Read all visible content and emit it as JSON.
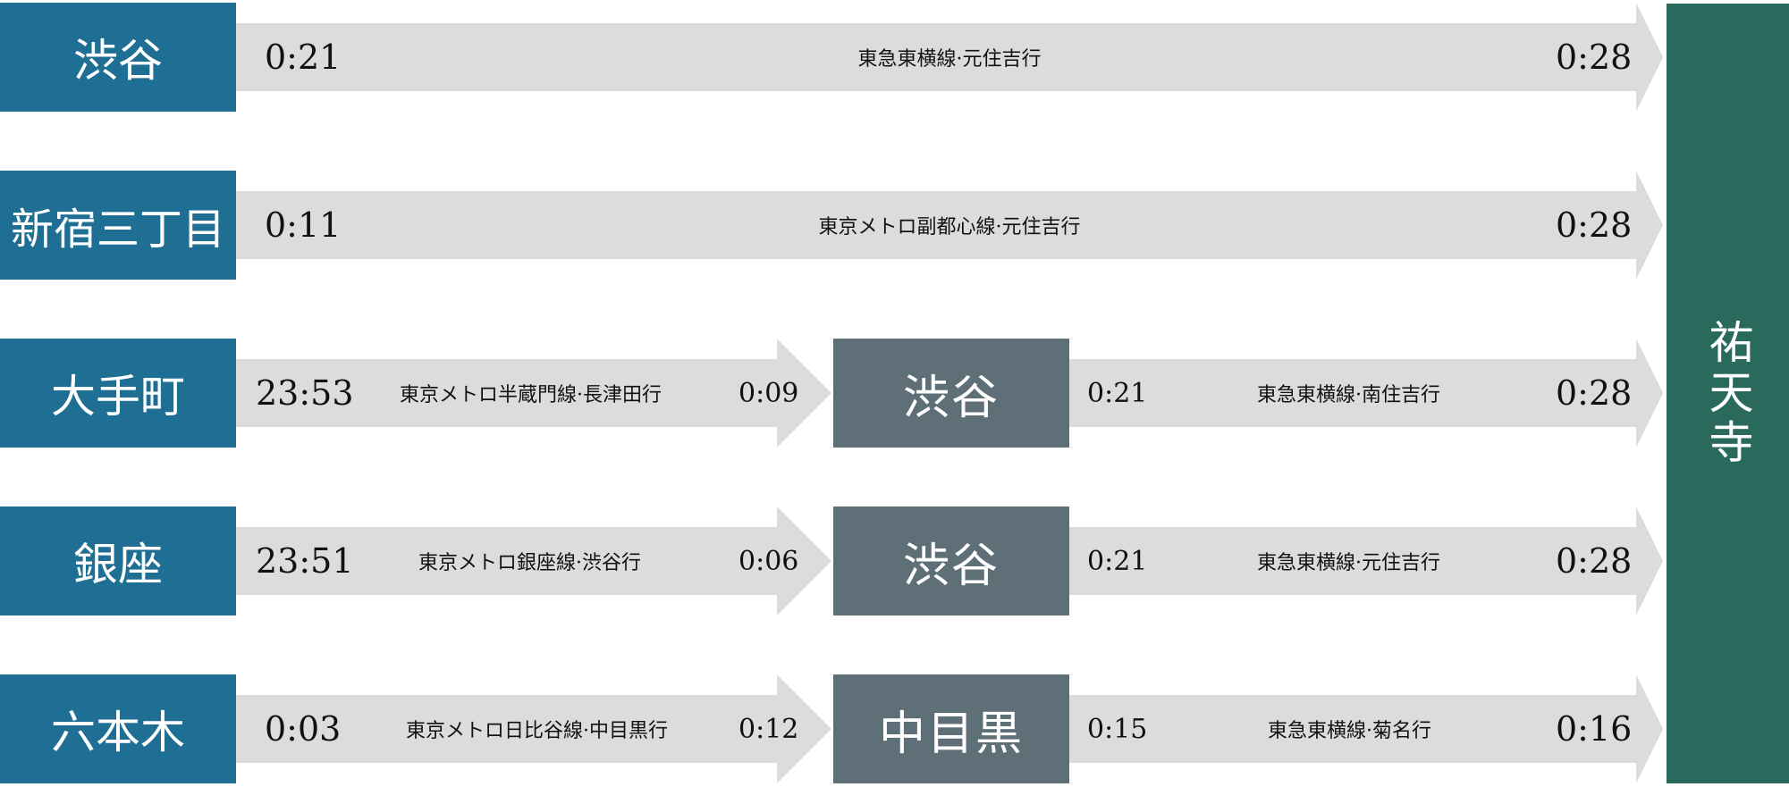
{
  "destination": "祐天寺",
  "routes": [
    {
      "origin": "渋谷",
      "direct": {
        "depart": "0:21",
        "line": "東急東横線·元住吉行",
        "arrive": "0:28"
      }
    },
    {
      "origin": "新宿三丁目",
      "direct": {
        "depart": "0:11",
        "line": "東京メトロ副都心線·元住吉行",
        "arrive": "0:28"
      }
    },
    {
      "origin": "大手町",
      "leg1": {
        "depart": "23:53",
        "line": "東京メトロ半蔵門線·長津田行",
        "arrive": "0:09"
      },
      "transfer": "渋谷",
      "leg2": {
        "depart": "0:21",
        "line": "東急東横線·南住吉行",
        "arrive": "0:28"
      }
    },
    {
      "origin": "銀座",
      "leg1": {
        "depart": "23:51",
        "line": "東京メトロ銀座線·渋谷行",
        "arrive": "0:06"
      },
      "transfer": "渋谷",
      "leg2": {
        "depart": "0:21",
        "line": "東急東横線·元住吉行",
        "arrive": "0:28"
      }
    },
    {
      "origin": "六本木",
      "leg1": {
        "depart": "0:03",
        "line": "東京メトロ日比谷線·中目黒行",
        "arrive": "0:12"
      },
      "transfer": "中目黒",
      "leg2": {
        "depart": "0:15",
        "line": "東急東横線·菊名行",
        "arrive": "0:16"
      }
    }
  ],
  "colors": {
    "origin_box": "#1f6f95",
    "transfer_box": "#5f6f78",
    "destination_box": "#2a6a5d",
    "arrow": "#dcdcdc",
    "text_dark": "#111111"
  }
}
